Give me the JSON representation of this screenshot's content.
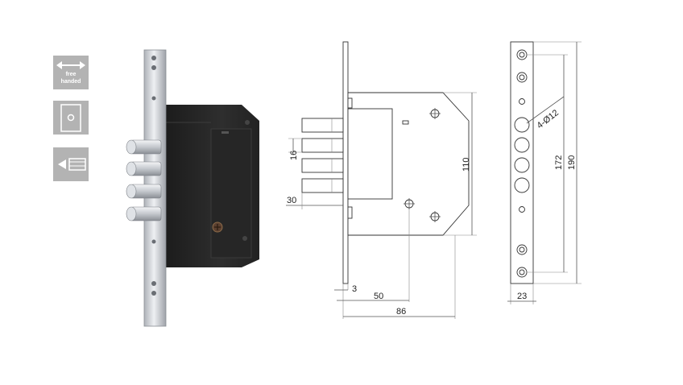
{
  "icons": {
    "free_handed": {
      "line1": "free",
      "line2": "handed",
      "name": "double-arrow-icon"
    },
    "door_icon": {
      "name": "door-cylinder-icon"
    },
    "bolt_icon": {
      "name": "bolt-throw-icon"
    }
  },
  "side_view": {
    "dims": {
      "d16": "16",
      "d30": "30",
      "d110": "110",
      "d3": "3",
      "d50": "50",
      "d86": "86"
    }
  },
  "front_view": {
    "dims": {
      "holes": "4-Ø12",
      "d172": "172",
      "d190": "190",
      "d23": "23"
    }
  },
  "colors": {
    "icon_tile": "#b3b3b3",
    "lock_body": "#2a2a2a",
    "faceplate": "#d8dade",
    "line": "#555555"
  }
}
